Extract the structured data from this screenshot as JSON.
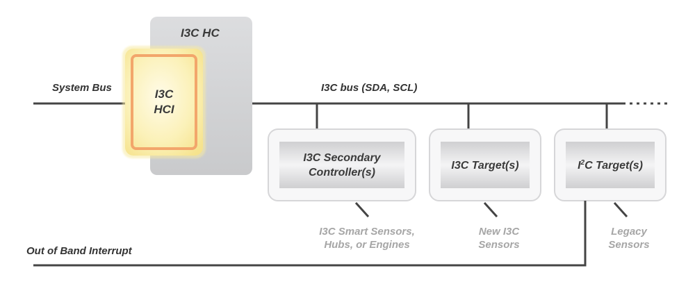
{
  "hc_title": "I3C HC",
  "hci_label": {
    "line1": "I3C",
    "line2": "HCI"
  },
  "system_bus_label": "System Bus",
  "i3c_bus_label": "I3C bus (SDA, SCL)",
  "oob_label": "Out of Band Interrupt",
  "devices": {
    "secondary": {
      "line1": "I3C Secondary",
      "line2": "Controller(s)"
    },
    "target": {
      "label": "I3C Target(s)"
    },
    "i2c": {
      "prefix": "I",
      "sup": "2",
      "suffix": "C Target(s)"
    }
  },
  "captions": {
    "secondary": {
      "line1": "I3C Smart Sensors,",
      "line2": "Hubs, or Engines"
    },
    "target": {
      "line1": "New I3C",
      "line2": "Sensors"
    },
    "i2c": {
      "line1": "Legacy",
      "line2": "Sensors"
    }
  },
  "colors": {
    "line": "#444444",
    "hc_fill": "#d4d5d7",
    "hci_fill": "#fbf1b3",
    "hci_border": "#f2a66b",
    "caption_text": "#a6a6a6"
  }
}
